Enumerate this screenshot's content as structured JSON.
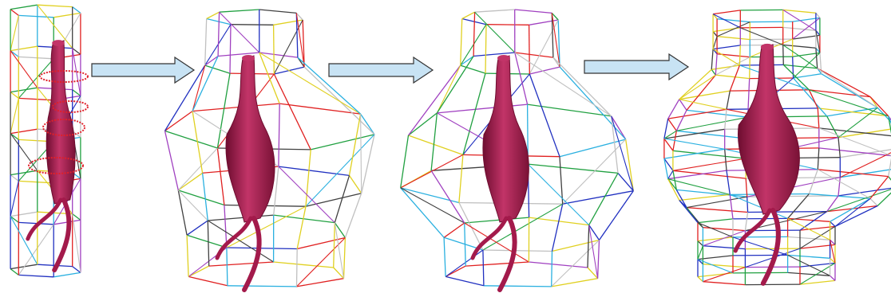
{
  "figure": {
    "stages": [
      {
        "id": "stage-1",
        "label": ""
      },
      {
        "id": "stage-2",
        "label": ""
      },
      {
        "id": "stage-3",
        "label": ""
      },
      {
        "id": "stage-4",
        "label": ""
      }
    ],
    "arrows": 3
  },
  "colors": {
    "background": "#ffffff",
    "arrow_fill": "#c8e3f4",
    "arrow_stroke": "#333333",
    "vessel_fill": "#a31a4b",
    "vessel_dark": "#6e0d30",
    "vessel_light": "#c23468",
    "cross_section": "#e0202a",
    "lattice": [
      "#e02020",
      "#20a040",
      "#2030c0",
      "#e0d020",
      "#2ab0e0",
      "#a040c0",
      "#404040",
      "#c0c0c0"
    ]
  },
  "icons": [
    "vessel-mesh",
    "deformation-lattice",
    "right-arrow"
  ]
}
